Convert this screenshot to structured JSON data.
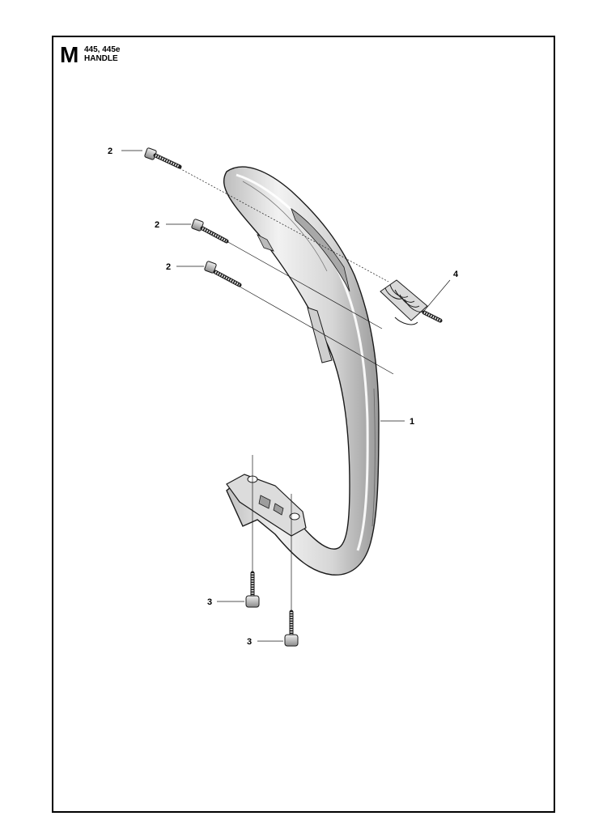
{
  "header": {
    "section_letter": "M",
    "models": "445, 445e",
    "title": "HANDLE"
  },
  "callouts": {
    "handle": "1",
    "screw_upper_1": "2",
    "screw_upper_2": "2",
    "screw_upper_3": "2",
    "screw_lower_1": "3",
    "screw_lower_2": "3",
    "vibration_damper": "4"
  }
}
